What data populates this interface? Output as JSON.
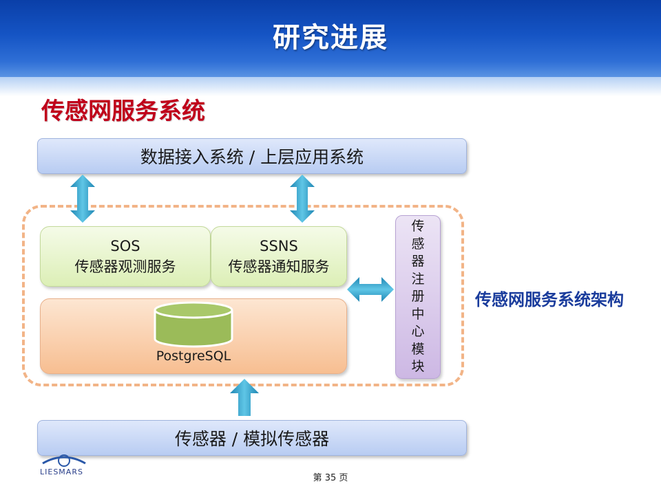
{
  "header": {
    "title": "研究进展"
  },
  "subtitle": "传感网服务系统",
  "diagram": {
    "top_bar": "数据接入系统 / 上层应用系统",
    "sos": {
      "name": "SOS",
      "desc": "传感器观测服务"
    },
    "ssns": {
      "name": "SSNS",
      "desc": "传感器通知服务"
    },
    "database": "PostgreSQL",
    "registry_chars": [
      "传",
      "感",
      "器",
      "注",
      "册",
      "中",
      "心",
      "模",
      "块"
    ],
    "bottom_bar": "传感器 / 模拟传感器",
    "caption": "传感网服务系统架构"
  },
  "footer": {
    "page": "第 35 页"
  },
  "logo": {
    "text": "LIESMARS"
  },
  "colors": {
    "header": "#1554c4",
    "subtitle": "#c0001a",
    "arrow": "#2aa0c8",
    "caption": "#1a3c9c"
  }
}
